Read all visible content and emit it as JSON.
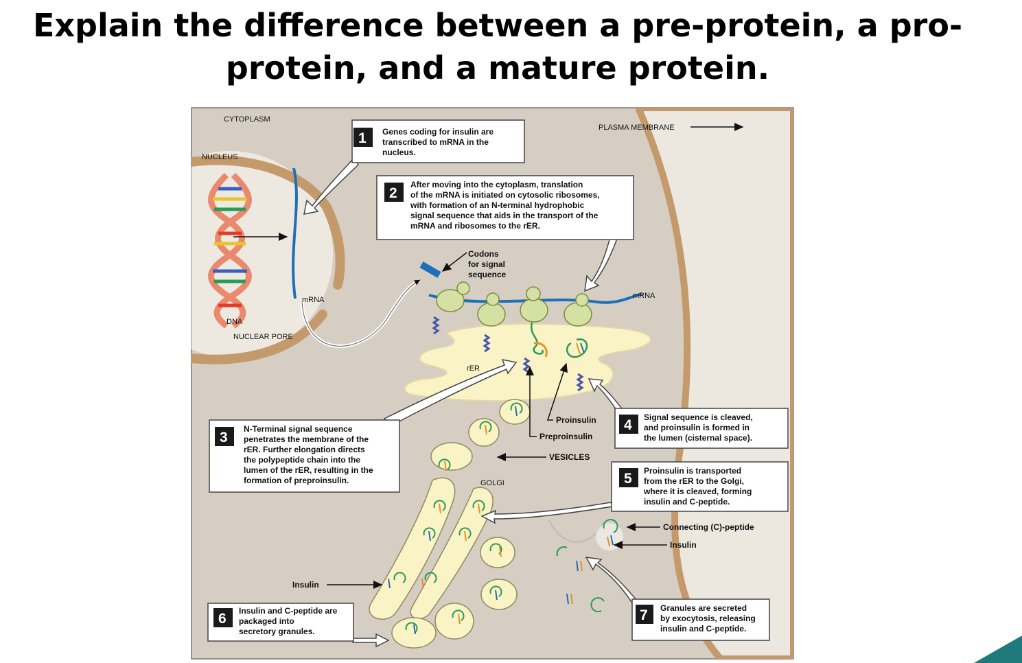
{
  "slide": {
    "title_lines": [
      "Explain the difference between a pre-protein, a pro-",
      "protein, and a mature protein."
    ],
    "accent_color": "#1f7a7e"
  },
  "diagram": {
    "labels": {
      "cytoplasm": "CYTOPLASM",
      "nucleus": "NUCLEUS",
      "plasma_membrane": "PLASMA MEMBRANE",
      "dna": "DNA",
      "nuclear_pore": "NUCLEAR PORE",
      "mrna_nucleus": "mRNA",
      "mrna_cytoplasm": "mRNA",
      "codons": [
        "Codons",
        "for signal",
        "sequence"
      ],
      "rer": "rER",
      "proinsulin": "Proinsulin",
      "preproinsulin": "Preproinsulin",
      "vesicles": "VESICLES",
      "golgi": "GOLGI",
      "connecting_peptide": "Connecting (C)-peptide",
      "insulin_right": "Insulin",
      "insulin_left": "Insulin"
    },
    "steps": [
      {
        "num": "1",
        "lines": [
          "Genes coding for insulin are",
          "transcribed to mRNA in the",
          "nucleus."
        ]
      },
      {
        "num": "2",
        "lines": [
          "After moving into the cytoplasm, translation",
          "of the mRNA is initiated on cytosolic ribosomes,",
          "with formation of an N-terminal hydrophobic",
          "signal sequence that aids in the transport of the",
          "mRNA and ribosomes to the rER."
        ]
      },
      {
        "num": "3",
        "lines": [
          "N-Terminal signal sequence",
          "penetrates the membrane of the",
          "rER. Further elongation directs",
          "the polypeptide chain into the",
          "lumen of the rER, resulting in the",
          "formation of preproinsulin."
        ]
      },
      {
        "num": "4",
        "lines": [
          "Signal sequence is cleaved,",
          "and proinsulin is formed in",
          "the lumen (cisternal space)."
        ]
      },
      {
        "num": "5",
        "lines": [
          "Proinsulin is transported",
          "from the rER to the Golgi,",
          "where it is cleaved, forming",
          "insulin and C-peptide."
        ]
      },
      {
        "num": "6",
        "lines": [
          "Insulin and C-peptide are",
          "packaged into",
          "secretory granules."
        ]
      },
      {
        "num": "7",
        "lines": [
          "Granules are secreted",
          "by exocytosis, releasing",
          "insulin and C-peptide."
        ]
      }
    ],
    "colors": {
      "background": "#d6cec2",
      "nucleus": "#ede9e1",
      "membrane": "#c49a6c",
      "mrna": "#1d6fb8",
      "rer": "#faf3c6",
      "ribosome": "#d5e0a3",
      "signal": "#4757a8",
      "peptide_green": "#2a9a55",
      "peptide_orange": "#e8921e"
    }
  }
}
